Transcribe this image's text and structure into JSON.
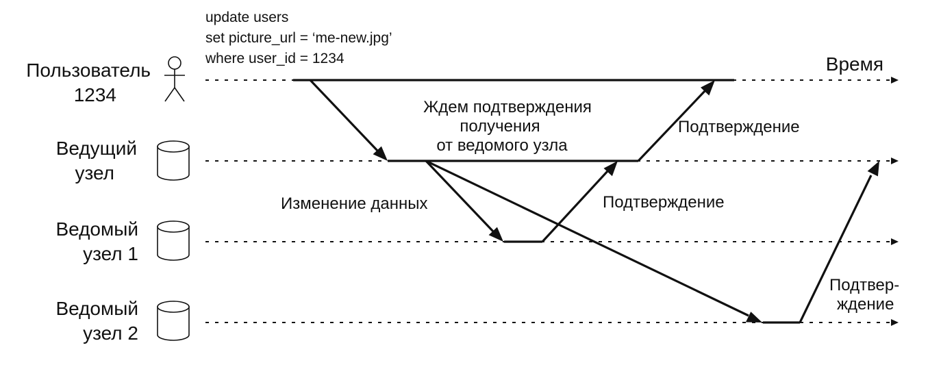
{
  "query": {
    "line1": "update users",
    "line2": "set picture_url = ‘me-new.jpg’",
    "line3": "where user_id = 1234"
  },
  "time_label": "Время",
  "actors": {
    "user": {
      "line1": "Пользователь",
      "line2": "1234",
      "icon": "person-icon"
    },
    "leader": {
      "line1": "Ведущий",
      "line2": "узел",
      "icon": "database-icon"
    },
    "follower1": {
      "line1": "Ведомый",
      "line2": "узел 1",
      "icon": "database-icon"
    },
    "follower2": {
      "line1": "Ведомый",
      "line2": "узел 2",
      "icon": "database-icon"
    }
  },
  "messages": {
    "wait": {
      "line1": "Ждем подтверждения",
      "line2": "получения",
      "line3": "от ведомого узла"
    },
    "data_change": "Изменение данных",
    "ack_leader_to_user": "Подтверждение",
    "ack_follower1": "Подтверждение",
    "ack_follower2": {
      "line1": "Подтвер-",
      "line2": "ждение"
    }
  }
}
